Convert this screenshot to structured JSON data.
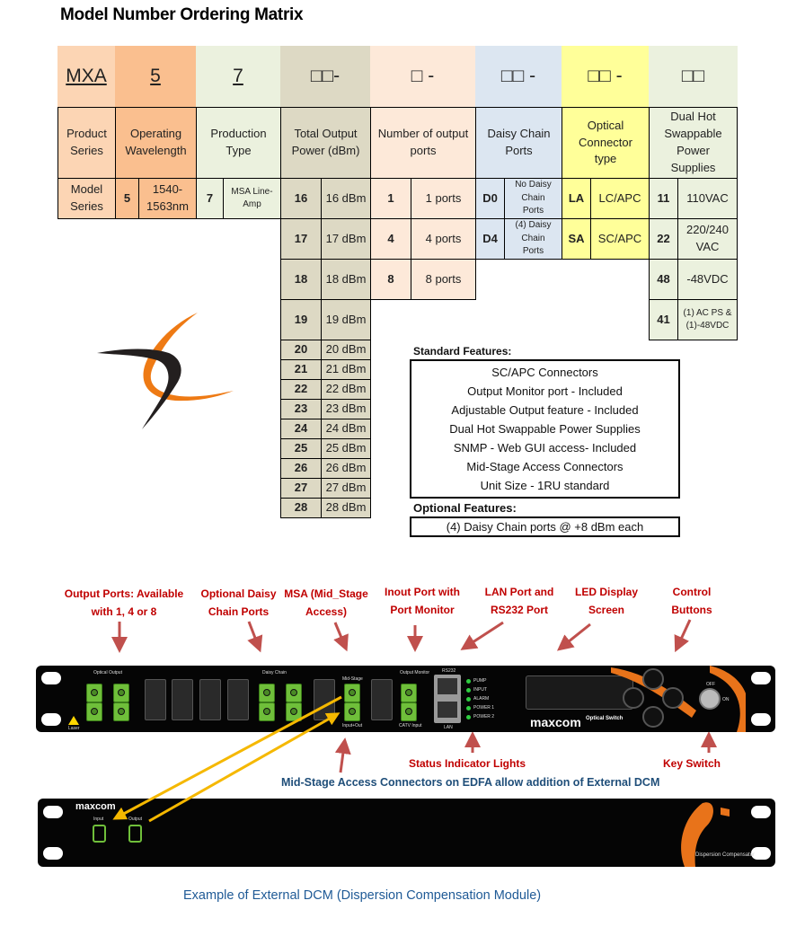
{
  "title": "Model Number Ordering Matrix",
  "matrix": {
    "code_row": [
      "MXA",
      "5",
      "7",
      "□□-",
      "□ -",
      "□□ -",
      "□□ -",
      "□□"
    ],
    "headers": [
      "Product Series",
      "Operating Wavelength",
      "Production Type",
      "Total Output Power (dBm)",
      "Number of output ports",
      "Daisy Chain Ports",
      "Optical Connector type",
      "Dual Hot Swappable Power Supplies"
    ],
    "product_series": {
      "label": "Model Series"
    },
    "wavelength": {
      "code": "5",
      "value": "1540-1563nm"
    },
    "production_type": {
      "code": "7",
      "value": "MSA Line-Amp"
    },
    "output_power": [
      {
        "code": "16",
        "value": "16 dBm"
      },
      {
        "code": "17",
        "value": "17 dBm"
      },
      {
        "code": "18",
        "value": "18 dBm"
      },
      {
        "code": "19",
        "value": "19 dBm"
      },
      {
        "code": "20",
        "value": "20 dBm"
      },
      {
        "code": "21",
        "value": "21 dBm"
      },
      {
        "code": "22",
        "value": "22 dBm"
      },
      {
        "code": "23",
        "value": "23 dBm"
      },
      {
        "code": "24",
        "value": "24 dBm"
      },
      {
        "code": "25",
        "value": "25 dBm"
      },
      {
        "code": "26",
        "value": "26 dBm"
      },
      {
        "code": "27",
        "value": "27 dBm"
      },
      {
        "code": "28",
        "value": "28 dBm"
      }
    ],
    "output_ports": [
      {
        "code": "1",
        "value": "1 ports"
      },
      {
        "code": "4",
        "value": "4 ports"
      },
      {
        "code": "8",
        "value": "8 ports"
      }
    ],
    "daisy_chain": [
      {
        "code": "D0",
        "value": "No Daisy Chain Ports"
      },
      {
        "code": "D4",
        "value": "(4) Daisy Chain Ports"
      }
    ],
    "connector": [
      {
        "code": "LA",
        "value": "LC/APC"
      },
      {
        "code": "SA",
        "value": "SC/APC"
      }
    ],
    "power_supplies": [
      {
        "code": "11",
        "value": "110VAC"
      },
      {
        "code": "22",
        "value": "220/240 VAC"
      },
      {
        "code": "48",
        "value": "-48VDC"
      },
      {
        "code": "41",
        "value": "(1) AC PS & (1)-48VDC"
      }
    ],
    "colors": {
      "product": "#fcd5b4",
      "wavelength": "#fabf8f",
      "production": "#ebf1de",
      "power": "#ddd9c4",
      "ports": "#fde9d9",
      "daisy": "#dce6f1",
      "connector": "#ffff99",
      "supplies": "#ebf1de"
    }
  },
  "standard_features": {
    "title": "Standard Features:",
    "items": [
      "SC/APC Connectors",
      "Output Monitor port - Included",
      "Adjustable Output feature - Included",
      "Dual Hot Swappable Power Supplies",
      "SNMP - Web GUI access- Included",
      "Mid-Stage Access Connectors",
      "Unit Size - 1RU standard"
    ]
  },
  "optional_features": {
    "title": "Optional Features:",
    "items": [
      "(4) Daisy Chain ports @ +8 dBm each"
    ]
  },
  "annotations": {
    "output_ports": "Output Ports: Available with 1, 4 or 8",
    "daisy_chain": "Optional Daisy Chain Ports",
    "msa": "MSA (Mid_Stage Access)",
    "input_port": "Inout Port with Port Monitor",
    "lan": "LAN Port and RS232 Port",
    "led": "LED Display Screen",
    "control": "Control Buttons",
    "status": "Status Indicator Lights",
    "key": "Key Switch",
    "mid_stage_note": "Mid-Stage Access Connectors on EDFA allow addition of External DCM",
    "caption": "Example of External DCM (Dispersion Compensation Module)"
  },
  "front_panel": {
    "optical_output_label": "Optical Output",
    "daisy_chain_label": "Daisy Chain",
    "mid_stage_label": "Mid-Stage",
    "input_out_label": "Input+Out",
    "output_monitor_label": "Output Monitor",
    "catv_input_label": "CATV Input",
    "rs232_label": "RS232",
    "lan_label": "LAN",
    "laser_label": "Laser",
    "leds": [
      "PUMP",
      "INPUT",
      "ALARM",
      "POWER 1",
      "POWER 2"
    ],
    "brand": "maxcom",
    "product_name": "Optical Switch",
    "key_off": "OFF",
    "key_on": "ON"
  },
  "dcm_panel": {
    "brand": "maxcom",
    "input_label": "Input",
    "output_label": "Output",
    "product_name": "Dispersion Compensator"
  }
}
